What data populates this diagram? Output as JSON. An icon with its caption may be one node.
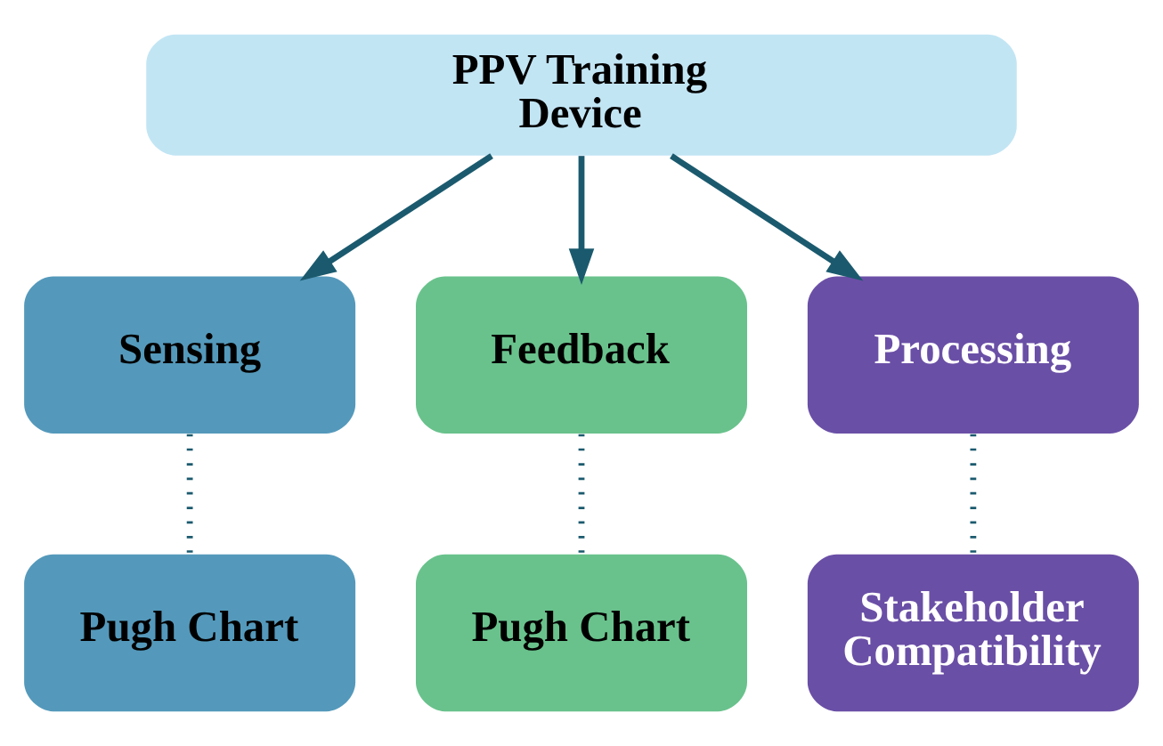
{
  "diagram": {
    "nodes": [
      {
        "text": [
          "PPV Training Device"
        ]
      },
      {
        "text": [
          "Sensing"
        ]
      },
      {
        "text": [
          "Feedback"
        ]
      },
      {
        "text": [
          "Processing"
        ]
      },
      {
        "text": [
          "Pugh Chart"
        ]
      },
      {
        "text": [
          "Pugh Chart"
        ]
      },
      {
        "text": [
          "Stakeholder Compatibility"
        ]
      }
    ],
    "edges": [
      {
        "from": 0,
        "to": 1,
        "arrow": "to"
      },
      {
        "from": 0,
        "to": 2,
        "arrow": "to"
      },
      {
        "from": 0,
        "to": 3,
        "arrow": "to"
      },
      {
        "from": 1,
        "to": 4,
        "arrow": "none",
        "style": "dashed"
      },
      {
        "from": 2,
        "to": 5,
        "arrow": "none",
        "style": "dashed"
      },
      {
        "from": 3,
        "to": 6,
        "arrow": "none",
        "style": "dashed"
      }
    ]
  }
}
